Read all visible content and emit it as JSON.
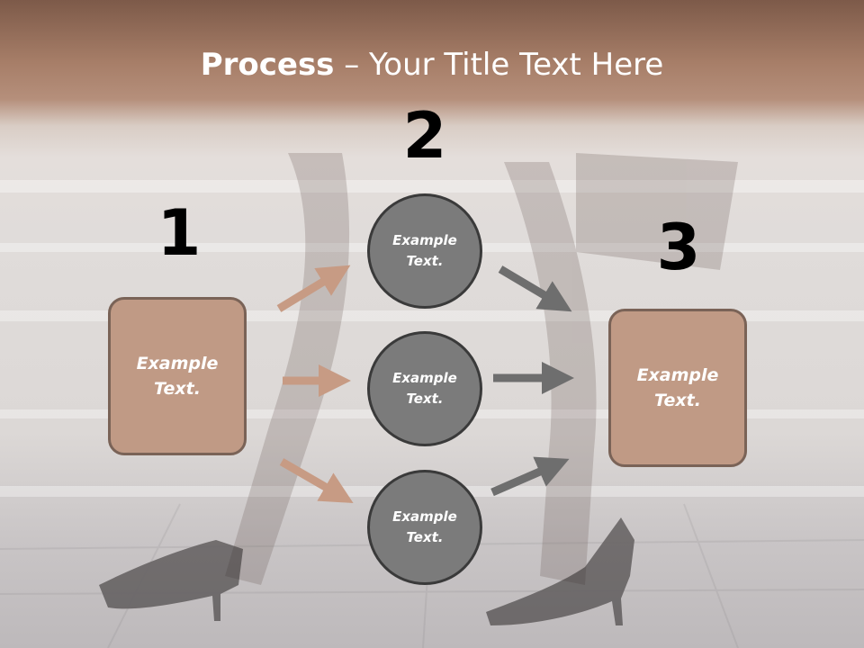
{
  "title": {
    "bold": "Process",
    "rest": " – Your Title Text Here"
  },
  "steps": [
    {
      "number": "1",
      "text": "Example Text."
    },
    {
      "number": "2"
    },
    {
      "number": "3",
      "text": "Example Text."
    }
  ],
  "circles": [
    {
      "text": "Example Text."
    },
    {
      "text": "Example Text."
    },
    {
      "text": "Example Text."
    }
  ],
  "colors": {
    "tan_arrow": "#c79b84",
    "gray_arrow": "#6e6e6e",
    "box_fill": "#c09a85",
    "circle_fill": "#7b7b7b"
  }
}
